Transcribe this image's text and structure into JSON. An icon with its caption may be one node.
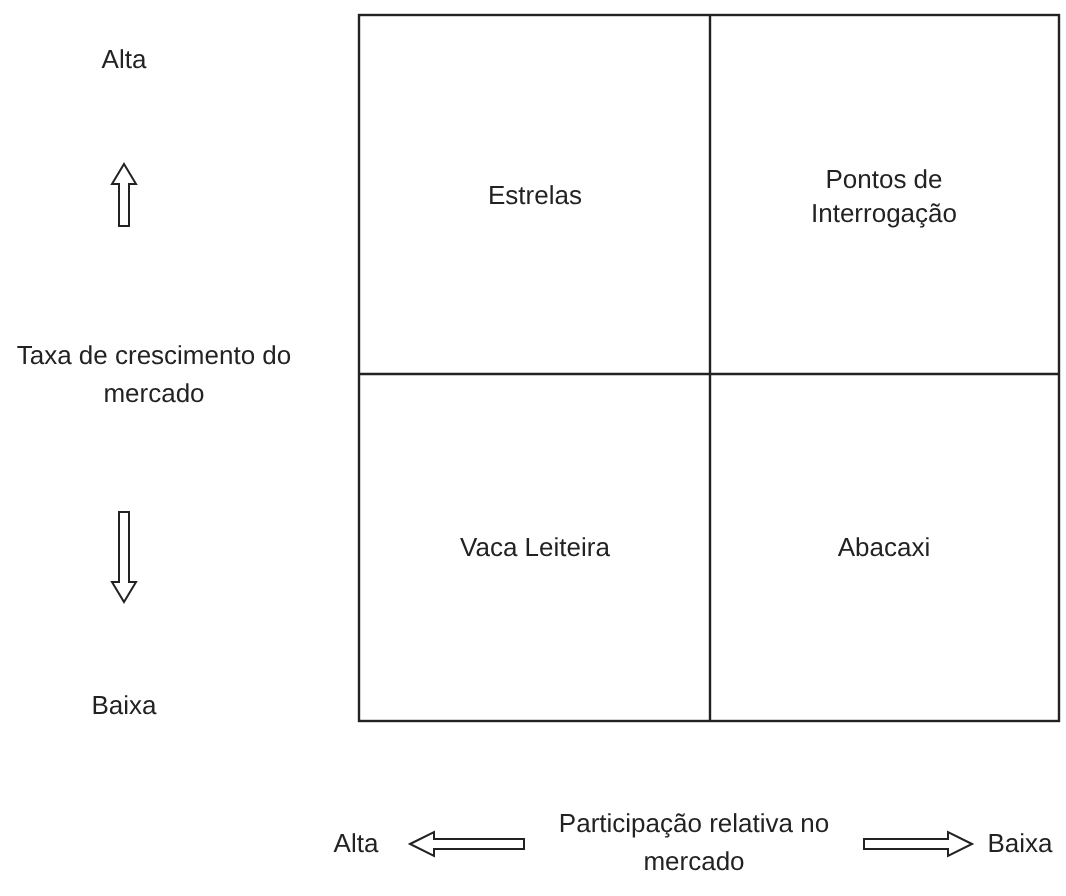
{
  "diagram": {
    "nodes": [
      {
        "text": [
          "Estrelas"
        ]
      },
      {
        "text": [
          "Pontos de Interrogação"
        ]
      },
      {
        "text": [
          "Vaca Leiteira"
        ]
      },
      {
        "text": [
          "Abacaxi"
        ]
      }
    ],
    "labels": [
      "Alta",
      "Taxa de crescimento do mercado",
      "Baixa",
      "Alta",
      "Participação relativa no mercado",
      "Baixa"
    ]
  }
}
